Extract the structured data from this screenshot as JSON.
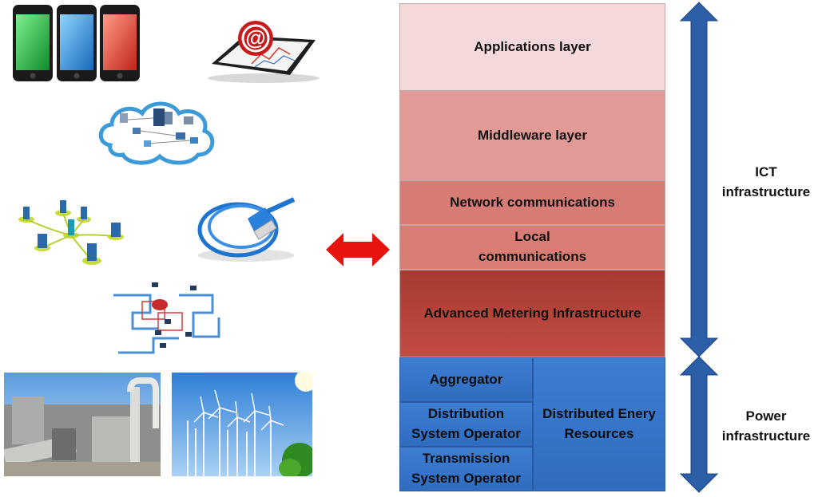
{
  "stack": {
    "ict_layers": [
      {
        "label": "Applications layer",
        "color": "#f3d9d9"
      },
      {
        "label": "Middleware layer",
        "color": "#e19a95"
      },
      {
        "label": "Network communications",
        "color": "#d67c74"
      },
      {
        "label_line1": "Local",
        "label_line2": "communications",
        "color": "#d77d73"
      },
      {
        "label": "Advanced Metering Infrastructure",
        "color": "#b4453b"
      }
    ],
    "power": {
      "aggregator": "Aggregator",
      "dso_line1": "Distribution",
      "dso_line2": "System Operator",
      "tso_line1": "Transmission",
      "tso_line2": "System Operator",
      "der_line1": "Distributed Enery",
      "der_line2": "Resources",
      "color": "#3a78cc"
    }
  },
  "side_labels": {
    "ict_line1": "ICT",
    "ict_line2": "infrastructure",
    "power_line1": "Power",
    "power_line2": "infrastructure"
  },
  "arrows": {
    "bidirectional_color": "#e8130f",
    "vertical_color": "#2d5ea8"
  },
  "images": [
    {
      "name": "smartphones-image"
    },
    {
      "name": "tablet-email-image"
    },
    {
      "name": "cloud-network-image"
    },
    {
      "name": "device-network-image"
    },
    {
      "name": "ethernet-cable-image"
    },
    {
      "name": "network-map-image"
    },
    {
      "name": "power-plant-image"
    },
    {
      "name": "wind-farm-image"
    }
  ]
}
